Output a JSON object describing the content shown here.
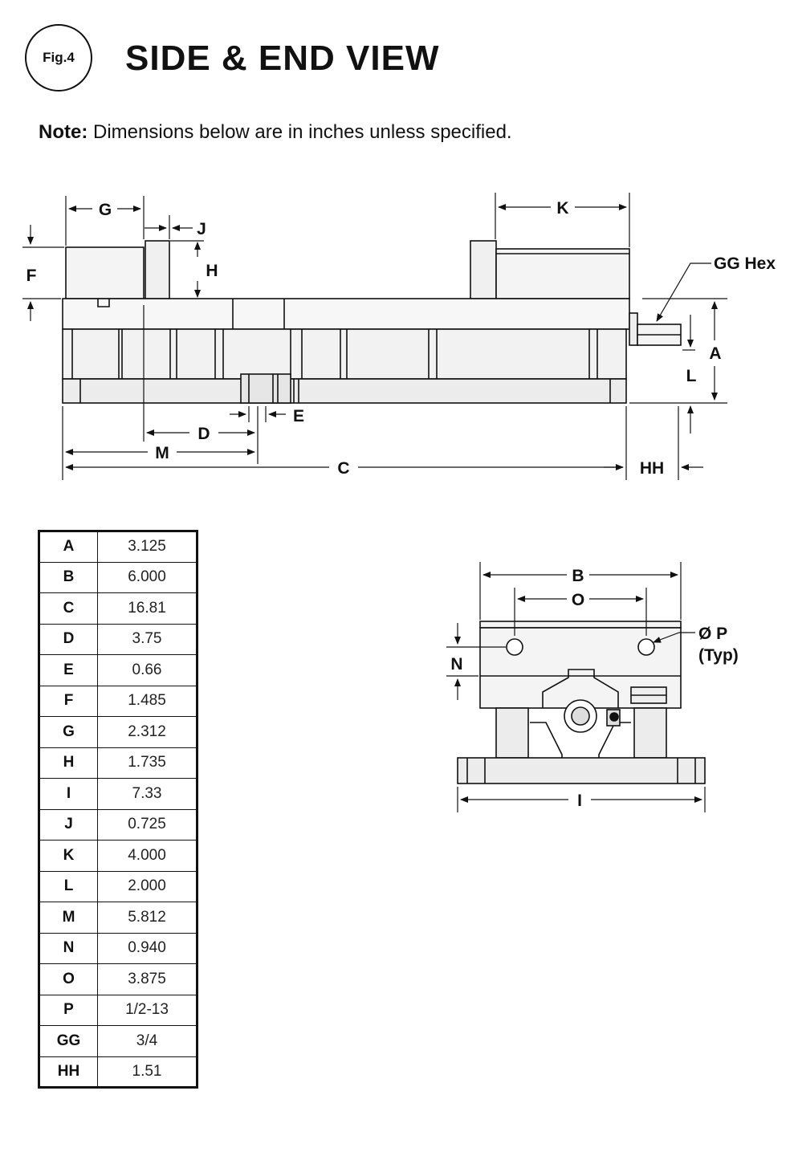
{
  "header": {
    "fig_label": "Fig.4",
    "title": "SIDE & END VIEW"
  },
  "note": {
    "label": "Note:",
    "text": "Dimensions below are in inches unless specified."
  },
  "side_view_labels": {
    "G": "G",
    "J": "J",
    "F": "F",
    "H": "H",
    "K": "K",
    "GG": "GG Hex",
    "A": "A",
    "L": "L",
    "D": "D",
    "E": "E",
    "M": "M",
    "C": "C",
    "HH": "HH"
  },
  "end_view_labels": {
    "B": "B",
    "O": "O",
    "N": "N",
    "P": "Ø P",
    "P_typ": "(Typ)",
    "I": "I"
  },
  "dimensions": [
    {
      "key": "A",
      "value": "3.125"
    },
    {
      "key": "B",
      "value": "6.000"
    },
    {
      "key": "C",
      "value": "16.81"
    },
    {
      "key": "D",
      "value": "3.75"
    },
    {
      "key": "E",
      "value": "0.66"
    },
    {
      "key": "F",
      "value": "1.485"
    },
    {
      "key": "G",
      "value": "2.312"
    },
    {
      "key": "H",
      "value": "1.735"
    },
    {
      "key": "I",
      "value": "7.33"
    },
    {
      "key": "J",
      "value": "0.725"
    },
    {
      "key": "K",
      "value": "4.000"
    },
    {
      "key": "L",
      "value": "2.000"
    },
    {
      "key": "M",
      "value": "5.812"
    },
    {
      "key": "N",
      "value": "0.940"
    },
    {
      "key": "O",
      "value": "3.875"
    },
    {
      "key": "P",
      "value": "1/2-13"
    },
    {
      "key": "GG",
      "value": "3/4"
    },
    {
      "key": "HH",
      "value": "1.51"
    }
  ]
}
